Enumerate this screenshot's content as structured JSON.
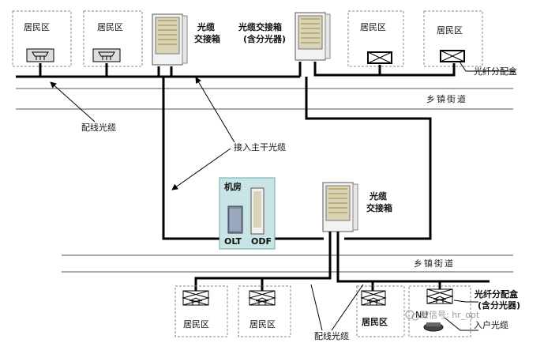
{
  "top_residential": [
    "居民区",
    "居民区",
    "居民区",
    "居民区"
  ],
  "cabinet_top_left": [
    "光缆",
    "交接箱"
  ],
  "cabinet_top_right": [
    "光缆交接箱",
    "(含分光器)"
  ],
  "fiber_box_top": "光纤分配盒",
  "road_top": "乡镇街道",
  "label_distribution_cable": "配线光缆",
  "label_trunk_cable": "接入主干光缆",
  "machine_room": {
    "title": "机房",
    "olt": "OLT",
    "odf": "ODF"
  },
  "cabinet_middle": [
    "光缆",
    "交接箱"
  ],
  "road_bottom": "乡镇街道",
  "bottom_residential": [
    "居民区",
    "居民区",
    "居民区"
  ],
  "bottom_distribution_cable": "配线光缆",
  "fiber_box_bottom": [
    "光纤分配盒",
    "(含分光器)"
  ],
  "drop_cable": "入户光缆",
  "onu_label": "NU",
  "watermark": "微信号: hr_opt",
  "colors": {
    "line": "#000000",
    "room_fill": "#c9e4e4",
    "dash": "#888888",
    "cabinet": "#f2f2f2"
  }
}
